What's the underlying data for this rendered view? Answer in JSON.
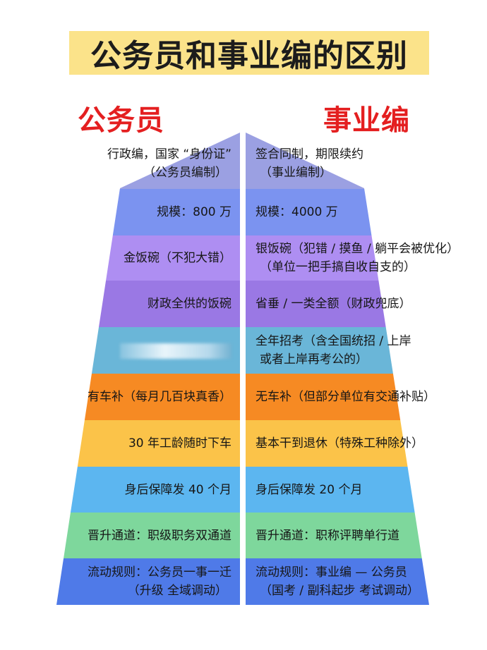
{
  "title": "公务员和事业编的区别",
  "left_header": "公务员",
  "right_header": "事业编",
  "colors": {
    "title_bg": "#fbe38a",
    "header_red": "#e41f20"
  },
  "rows": [
    {
      "color": "#9ba0e2",
      "left": [
        "行政编，国家 “身份证”",
        "（公务员编制）"
      ],
      "right": [
        "签合同制，期限续约",
        "（事业编制）"
      ]
    },
    {
      "color": "#7b93f0",
      "left": [
        "规模：800 万"
      ],
      "right": [
        "规模：4000 万"
      ]
    },
    {
      "color": "#ae8ef2",
      "left": [
        "金饭碗（不犯大错）"
      ],
      "right": [
        "银饭碗（犯错 / 摸鱼 / 躺平会被优化）",
        "（单位一把手搞自收自支的）"
      ]
    },
    {
      "color": "#9a78e4",
      "left": [
        "财政全供的饭碗"
      ],
      "right": [
        "省垂 / 一类全额（财政兜底）"
      ]
    },
    {
      "color": "#6ab6d8",
      "left": [],
      "right": [
        "全年招考（含全国统招 / 上岸",
        "或者上岸再考公的）"
      ]
    },
    {
      "color": "#f68a23",
      "left": [
        "有车补（每月几百块真香）"
      ],
      "right": [
        "无车补（但部分单位有交通补贴）"
      ]
    },
    {
      "color": "#fbc349",
      "left": [
        "30 年工龄随时下车"
      ],
      "right": [
        "基本干到退休（特殊工种除外）"
      ]
    },
    {
      "color": "#5cb6f0",
      "left": [
        "身后保障发 40 个月"
      ],
      "right": [
        "身后保障发 20 个月"
      ]
    },
    {
      "color": "#7ed79c",
      "left": [
        "晋升通道：职级职务双通道"
      ],
      "right": [
        "晋升通道：职称评聘单行道"
      ]
    },
    {
      "color": "#4f7ae8",
      "left": [
        "流动规则：公务员一事一迁",
        "（升级 全域调动）"
      ],
      "right": [
        "流动规则：事业编 — 公务员",
        "（国考 / 副科起步 考试调动）"
      ]
    }
  ]
}
